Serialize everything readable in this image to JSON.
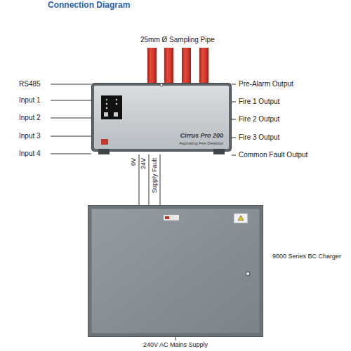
{
  "diagram": {
    "title": "Connection Diagram",
    "nodes": [
      {
        "text": [
          "Cirrus Pro 200",
          "Aspirating Fire Detector"
        ]
      },
      {
        "text": [
          "9000 Series BC Charger"
        ]
      }
    ],
    "edges": [
      {
        "from": 0,
        "to": 1,
        "label": "0V",
        "arrow": "none"
      },
      {
        "from": 0,
        "to": 1,
        "label": "24V",
        "arrow": "none"
      },
      {
        "from": 0,
        "to": 1,
        "label": "Supply Fault",
        "arrow": "none"
      }
    ],
    "labels": [
      "25mm Ø Sampling Pipe",
      "RS485",
      "Input 1",
      "Input 2",
      "Input 3",
      "Input 4",
      "Pre-Alarm Output",
      "Fire 1 Output",
      "Fire 2 Output",
      "Fire 3 Output",
      "Common Fault Output",
      "240V AC Mains Supply"
    ]
  }
}
